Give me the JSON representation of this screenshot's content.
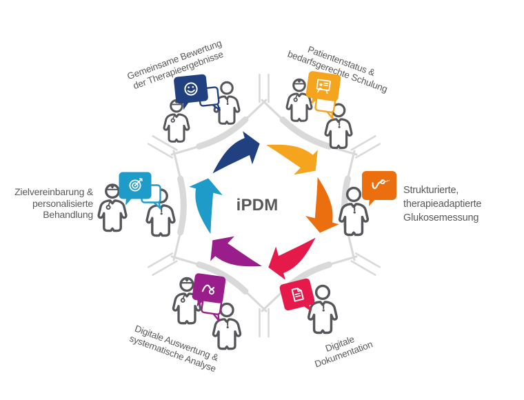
{
  "center": {
    "label": "iPDM"
  },
  "colors": {
    "figure_outline": "#55565A",
    "divider_gray": "#D9D9D9",
    "text_gray": "#58585A",
    "background": "#FFFFFF"
  },
  "segments": [
    {
      "name": "gemeinsame-bewertung-der-therapieergebnisse",
      "lines": [
        "Gemeinsame Bewertung",
        "der Therapieergebnisse"
      ],
      "color": "#20407F",
      "icon": "smiley-face-icon",
      "people": [
        "doctor",
        "patient"
      ]
    },
    {
      "name": "patientenstatus-bedarfsgerechte-schulung",
      "lines": [
        "Patientenstatus &",
        "bedarfsgerechte Schulung"
      ],
      "color": "#F5A51D",
      "icon": "training-board-icon",
      "people": [
        "doctor",
        "patient"
      ]
    },
    {
      "name": "strukturierte-therapieadaptierte-glukosemessung",
      "lines": [
        "Strukturierte,",
        "therapieadaptierte",
        "Glukosemessung"
      ],
      "color": "#EB6E0F",
      "icon": "glucose-curve-icon",
      "people": [
        "patient"
      ]
    },
    {
      "name": "digitale-dokumentation",
      "lines": [
        "Digitale",
        "Dokumentation"
      ],
      "color": "#E51A4B",
      "icon": "document-icon",
      "people": [
        "patient"
      ]
    },
    {
      "name": "digitale-auswertung-systematische-analyse",
      "lines": [
        "Digitale Auswertung &",
        "systematische Analyse"
      ],
      "color": "#9A1D8C",
      "icon": "analysis-curve-icon",
      "people": [
        "doctor",
        "patient"
      ]
    },
    {
      "name": "zielvereinbarung-personalisierte-behandlung",
      "lines": [
        "Zielvereinbarung &",
        "personalisierte",
        "Behandlung"
      ],
      "color": "#1E9BC8",
      "icon": "target-arrow-icon",
      "people": [
        "doctor",
        "patient"
      ]
    }
  ]
}
